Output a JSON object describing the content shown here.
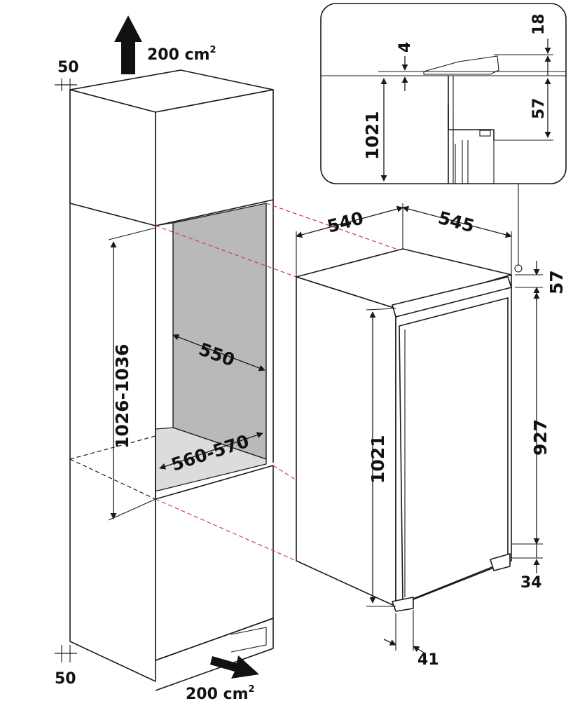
{
  "labels": {
    "air_top": "200 cm",
    "air_bottom": "200 cm",
    "air_unit_sup": "2",
    "gap_top": "50",
    "gap_bottom": "50",
    "niche_height": "1026-1036",
    "niche_width": "550",
    "niche_depth": "560-570",
    "appliance_depth": "540",
    "appliance_width": "545",
    "appliance_height": "1021",
    "top_gap": "57",
    "door_height": "927",
    "foot_height": "34",
    "foot_offset": "41"
  },
  "detail": {
    "height": "1021",
    "gap": "4",
    "top": "18",
    "offset": "57"
  },
  "colors": {
    "line": "#1a1a1a",
    "niche_fill": "#b9b9b9",
    "niche_floor": "#dcdcdc",
    "hidden_line_red": "#d0403c",
    "arrow": "#111111"
  },
  "icons": {
    "air_in": "arrow-up-icon",
    "air_out": "arrow-diagonal-icon"
  }
}
